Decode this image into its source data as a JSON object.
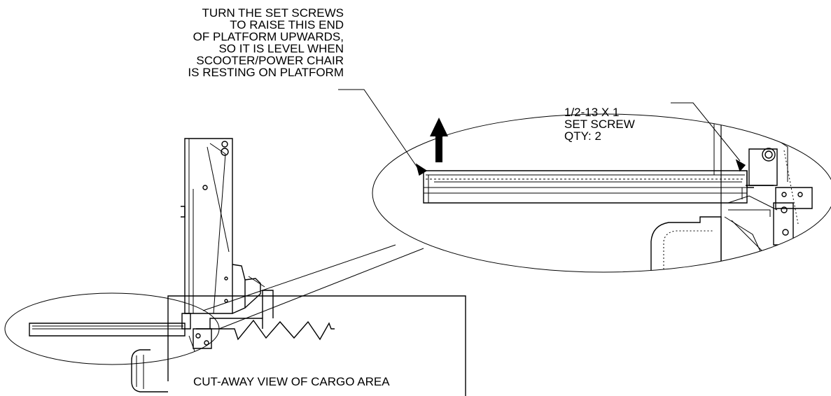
{
  "instruction_note": {
    "lines": [
      "TURN THE SET SCREWS",
      "TO RAISE THIS END",
      "OF PLATFORM UPWARDS,",
      "SO IT IS LEVEL WHEN",
      "SCOOTER/POWER CHAIR",
      "IS RESTING ON PLATFORM"
    ]
  },
  "part_callout": {
    "lines": [
      "1/2-13 X 1",
      "SET SCREW",
      "QTY: 2"
    ]
  },
  "caption": "CUT-AWAY VIEW OF CARGO AREA"
}
